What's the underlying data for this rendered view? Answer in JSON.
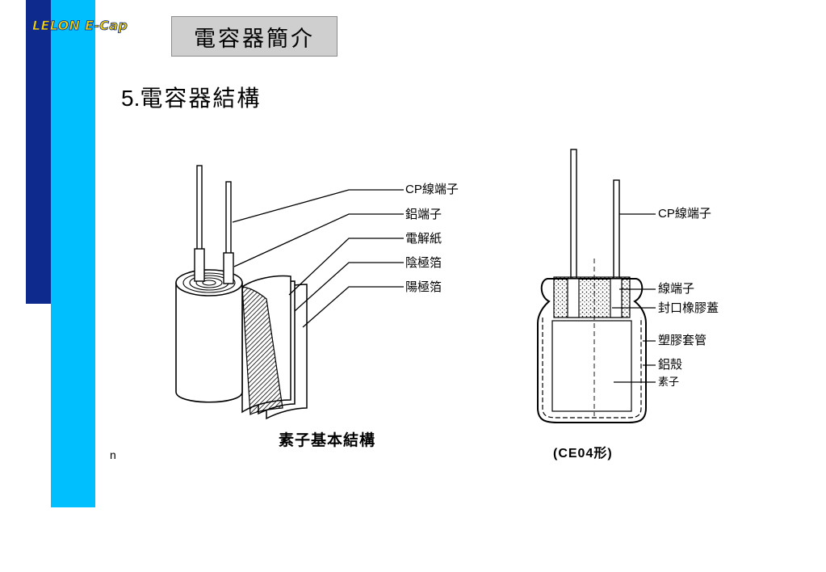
{
  "header": {
    "logo_text": "LELON E-Cap",
    "title": "電容器簡介"
  },
  "subtitle": {
    "number": "5.",
    "text": "電容器結構"
  },
  "left_diagram": {
    "labels": [
      "CP線端子",
      "鋁端子",
      "電解紙",
      "陰極箔",
      "陽極箔"
    ],
    "caption": "素子基本結構",
    "stray_mark": "n"
  },
  "right_diagram": {
    "labels": [
      "CP線端子",
      "線端子",
      "封口橡膠蓋",
      "塑膠套管",
      "鋁殼",
      "素子"
    ],
    "caption": "(CE04形)"
  },
  "colors": {
    "navy": "#0e2a8c",
    "cyan": "#00bfff",
    "logo_yellow": "#f5d200",
    "title_box": "#cfcfcf"
  }
}
